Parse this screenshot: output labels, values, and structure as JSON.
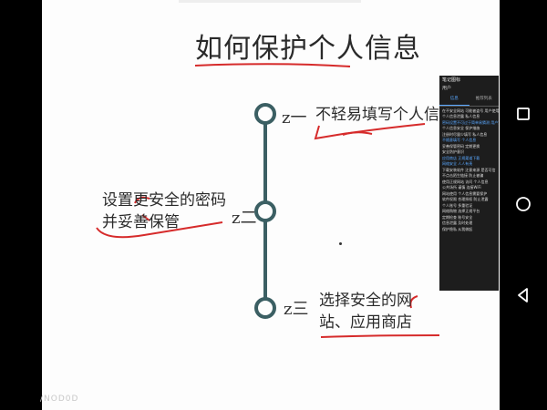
{
  "slide": {
    "title": "如何保护个人信息",
    "points": [
      {
        "label": "z一",
        "text": "不轻易填写个人信息"
      },
      {
        "label": "z二",
        "text": "设置更安全的密码并妥善保管"
      },
      {
        "label": "z三",
        "text": "选择安全的网站、应用商店"
      }
    ],
    "watermark": "/NOD0D"
  },
  "notes_panel": {
    "title": "笔记图标",
    "uploader": "用户",
    "tabs": [
      "信息",
      "推荐列表"
    ],
    "lines": [
      "在不安全网站 可能被盗号 用户使用",
      "个人信息泄露 私人信息",
      "密码设置不可过于简单易猜测 用户设置",
      "个人信息安全 保护措施",
      "注册时尽量少填写 私人信息",
      "不随意填写 个人信息",
      "妥善保管密码 定期更换",
      "安全防护意识",
      "应用商店 正规渠道下载",
      "网络安全 人人有责",
      "下载安装软件 注意来源 是否可信",
      "不点击陌生链接 防止被骗",
      "使用正规网站 访问 个人信息",
      "公共场所 谨慎 连接WiFi",
      "网站使用 个人信息需要保护",
      "软件权限 合理授权 防止泄露",
      "个人账号 多重验证",
      "网络购物 选择正规平台",
      "定期检查 账号安全",
      "信息泄露 及时处理",
      "保护隐私 从我做起"
    ]
  },
  "nav": {
    "recent_icon": "recent-apps-icon",
    "home_icon": "home-icon",
    "back_icon": "back-icon"
  },
  "colors": {
    "timeline": "#3b5f63",
    "annotation_red": "#d62b2b",
    "panel_bg": "#1d1d1d",
    "panel_accent": "#5aa8ff"
  }
}
